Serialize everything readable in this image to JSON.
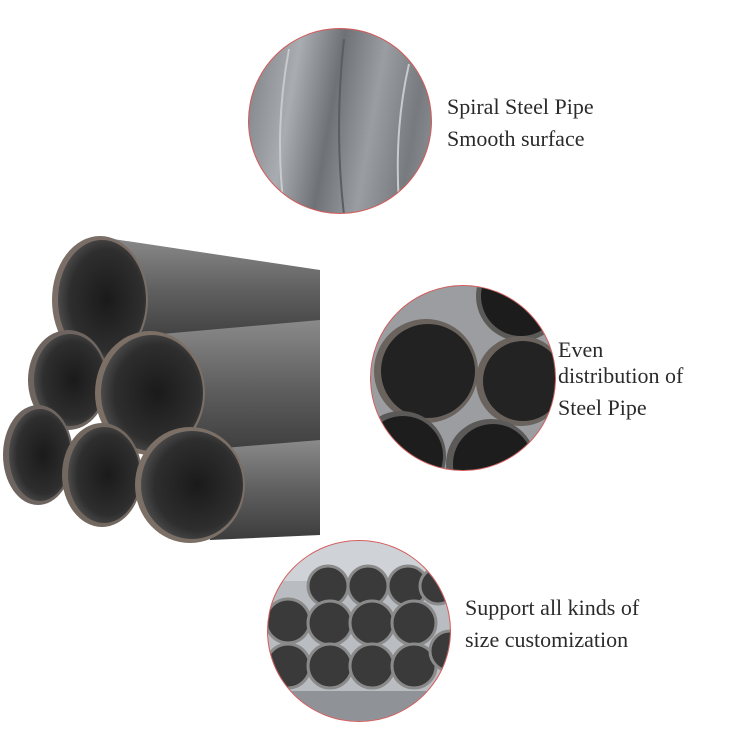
{
  "features": [
    {
      "lines": [
        "Spiral Steel Pipe",
        "Smooth surface"
      ],
      "image": "spiral-pipe-surface-closeup"
    },
    {
      "lines": [
        "Even",
        "distribution of",
        "Steel Pipe"
      ],
      "image": "stacked-pipes-closeup"
    },
    {
      "lines": [
        "Support all kinds of",
        "size customization"
      ],
      "image": "warehouse-pipe-stack"
    }
  ],
  "main_image": "stacked-spiral-steel-pipes",
  "colors": {
    "circle_border": "#d55a5a",
    "text": "#2b2b2b"
  }
}
